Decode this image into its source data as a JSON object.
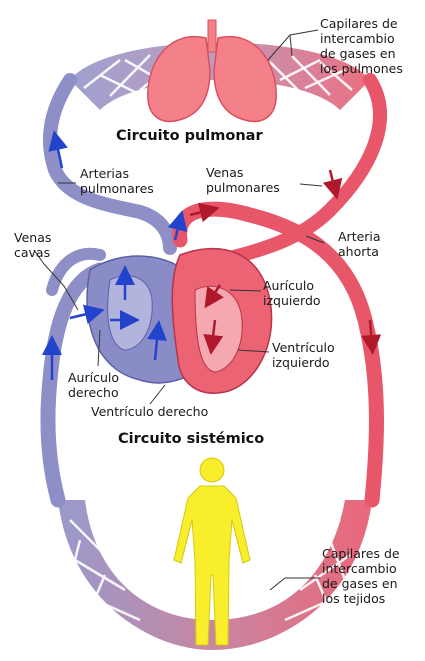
{
  "colors": {
    "arterial": "#e8566a",
    "arterial_dark": "#c8324a",
    "venous": "#8d8fc6",
    "venous_dark": "#5e60a6",
    "lungs": "#f4808a",
    "body": "#f8ee2c",
    "arrow_blue": "#2244cc",
    "arrow_red": "#b0182c"
  },
  "titles": {
    "pulmonary": "Circuito pulmonar",
    "systemic": "Circuito sistémico"
  },
  "labels": {
    "capillaries_lungs": "Capilares de\nintercambio\nde gases en\nlos pulmones",
    "pulmonary_arteries": "Arterias\npulmonares",
    "pulmonary_veins": "Venas\npulmonares",
    "vena_cava": "Venas\ncavas",
    "aorta": "Arteria\nahorta",
    "left_atrium": "Aurículo\nizquierdo",
    "left_ventricle": "Ventrículo\nizquierdo",
    "right_atrium": "Aurículo\nderecho",
    "right_ventricle": "Ventrículo derecho",
    "capillaries_tissues": "Capilares de\nintercambio\nde gases en\nlos tejidos"
  },
  "icons": [
    "lungs-icon",
    "heart-icon",
    "human-body-icon"
  ]
}
